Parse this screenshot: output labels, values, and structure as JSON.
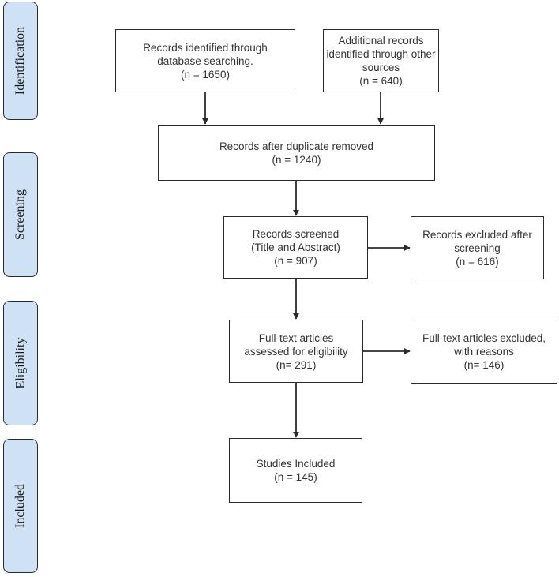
{
  "phases": {
    "identification": "Identification",
    "screening": "Screening",
    "eligibility": "Eligibility",
    "included": "Included"
  },
  "boxes": {
    "database": [
      "Records identified through",
      "database searching.",
      "(n = 1650)"
    ],
    "other_sources": [
      "Additional records",
      "identified through other",
      "sources",
      "(n = 640)"
    ],
    "deduplicated": [
      "Records after duplicate removed",
      "(n = 1240)"
    ],
    "screened": [
      "Records screened",
      "(Title and Abstract)",
      "(n = 907)"
    ],
    "excluded_screening": [
      "Records excluded after",
      "screening",
      "(n = 616)"
    ],
    "fulltext": [
      "Full-text articles",
      "assessed for eligibility",
      "(n= 291)"
    ],
    "excluded_fulltext": [
      "Full-text articles excluded,",
      "with reasons",
      "(n= 146)"
    ],
    "included": [
      "Studies Included",
      "(n = 145)"
    ]
  },
  "colors": {
    "phase_fill": "#cfe2f5",
    "line": "#2b2b2b"
  }
}
